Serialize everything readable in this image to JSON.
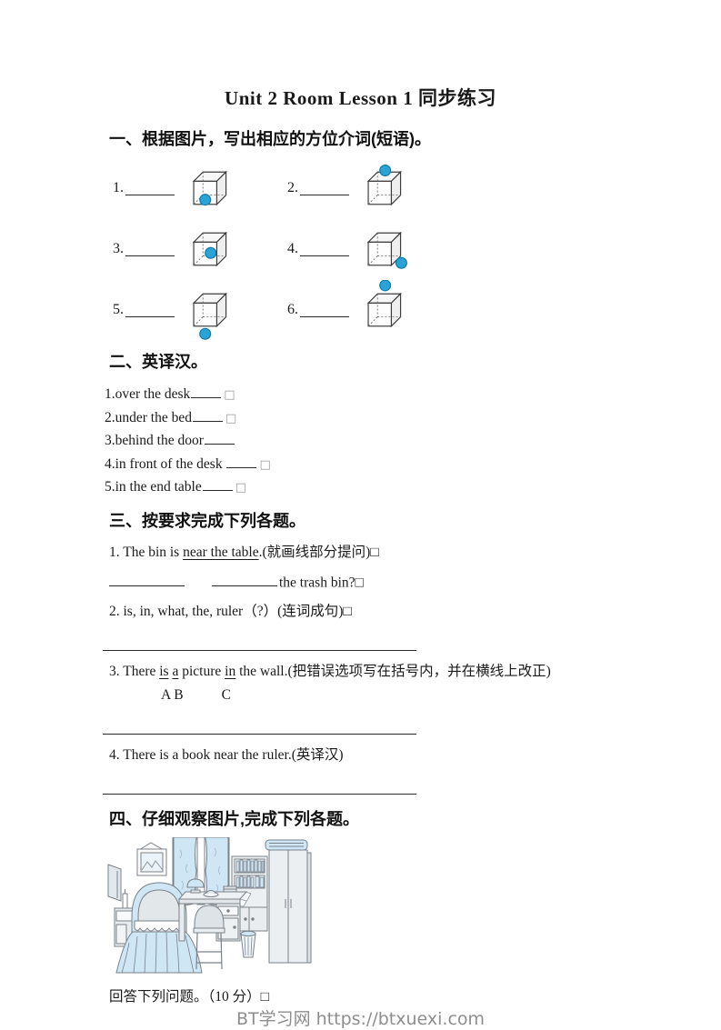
{
  "title": "Unit 2 Room Lesson 1 同步练习",
  "section1": {
    "heading": "一、根据图片，写出相应的方位介词(短语)。",
    "dot_color": "#2aa3d6",
    "items": [
      {
        "label": "1.",
        "dot": "inside-bottom"
      },
      {
        "label": "2.",
        "dot": "on-top"
      },
      {
        "label": "3.",
        "dot": "inside-center"
      },
      {
        "label": "4.",
        "dot": "beside-right"
      },
      {
        "label": "5.",
        "dot": "below"
      },
      {
        "label": "6.",
        "dot": "above"
      }
    ]
  },
  "section2": {
    "heading": "二、英译汉。",
    "items": [
      {
        "text": "1.over the desk",
        "suffix": "□"
      },
      {
        "text": "2.under the bed",
        "suffix": "□"
      },
      {
        "text": "3.behind the door",
        "suffix": ""
      },
      {
        "text": "4.in front of the desk ",
        "suffix": "□"
      },
      {
        "text": "5.in the end table",
        "suffix": "□"
      }
    ]
  },
  "section3": {
    "heading": "三、按要求完成下列各题。",
    "q1_pre": "1. The bin is ",
    "q1_underlined": "near the table",
    "q1_post": ".(就画线部分提问)□",
    "q1_answer_tail": "the trash bin?□",
    "q2": "2. is, in, what, the, ruler（?）(连词成句)□",
    "q3_p1": "3. There ",
    "q3_u1": "is",
    "q3_sep1": " ",
    "q3_u2": "a",
    "q3_p3": " picture ",
    "q3_u3": "in",
    "q3_p4": " the wall.(把错误选项写在括号内，并在横线上改正)",
    "q3_label_ab": "A B",
    "q3_label_c": "C",
    "q4": "4. There is a book near the ruler.(英译汉)"
  },
  "section4": {
    "heading": "四、仔细观察图片,完成下列各题。",
    "caption": "回答下列问题。（10 分）□",
    "illustration_objects": "door, picture, window, curtains, bed with canopy, nightstand, candle, desk, lamp, chair, bookshelf, cabinet, trash bin, wardrobe, air conditioner"
  },
  "footer": "BT学习网 https://btxuexi.com"
}
